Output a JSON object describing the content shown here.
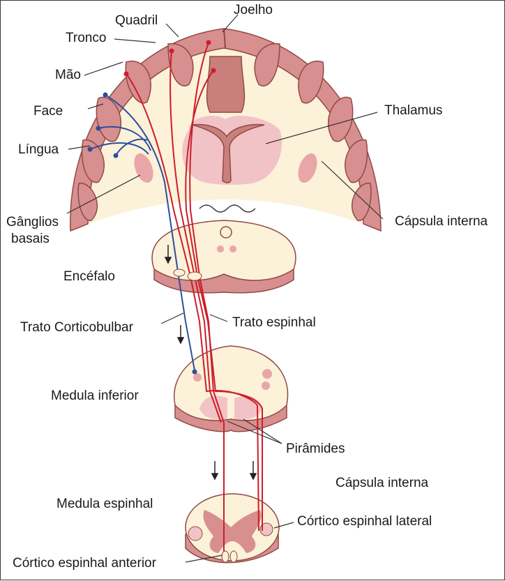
{
  "colors": {
    "tissue": "#fcf1d9",
    "cortex": "#d88f8f",
    "cortex_edge": "#8f4a44",
    "nucleus": "#e8a6a9",
    "nucleus_light": "#f2c3c6",
    "tract_red": "#cc1e2a",
    "tract_blue": "#2a4f9c",
    "leader": "#333333",
    "frame": "#3a3a3a"
  },
  "labels": {
    "joelho": "Joelho",
    "quadril": "Quadril",
    "tronco": "Tronco",
    "mao": "Mão",
    "face": "Face",
    "lingua": "Língua",
    "thalamus": "Thalamus",
    "ganglios_1": "Gânglios",
    "ganglios_2": "basais",
    "capsula_interna_top": "Cápsula interna",
    "encefalo": "Encéfalo",
    "trato_corticobulbar": "Trato Corticobulbar",
    "trato_espinhal": "Trato espinhal",
    "medula_inferior": "Medula inferior",
    "piramides": "Pirâmides",
    "capsula_interna_bottom": "Cápsula interna",
    "medula_espinhal": "Medula espinhal",
    "cortico_lateral": "Córtico espinhal lateral",
    "cortico_anterior": "Córtico espinhal anterior"
  }
}
